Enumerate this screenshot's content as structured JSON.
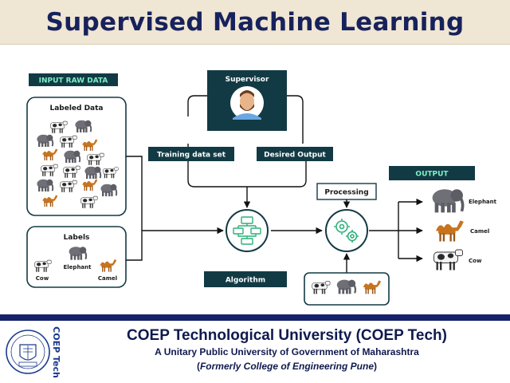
{
  "title": "Supervised Machine Learning",
  "diagram": {
    "input_header": "INPUT RAW DATA",
    "labeled_data": "Labeled Data",
    "labels_title": "Labels",
    "label_cow": "Cow",
    "label_elephant": "Elephant",
    "label_camel": "Camel",
    "supervisor": "Supervisor",
    "training_data_set": "Training data set",
    "desired_output": "Desired Output",
    "algorithm": "Algorithm",
    "processing": "Processing",
    "output_header": "OUTPUT",
    "output_elephant": "Elephant",
    "output_camel": "Camel",
    "output_cow": "Cow",
    "colors": {
      "dark_teal": "#123a44",
      "mint": "#7ff0c8",
      "navy": "#16236a",
      "title_bg": "#efe6d3"
    }
  },
  "footer": {
    "university": "COEP Technological University (COEP Tech)",
    "subtitle": "A Unitary Public University of Government of Maharashtra",
    "formerly_open": "(",
    "formerly": "Formerly College of Engineering Pune",
    "formerly_close": ")",
    "vertical_logo": "COEP Tech",
    "seal_icon": "university-seal-icon"
  }
}
